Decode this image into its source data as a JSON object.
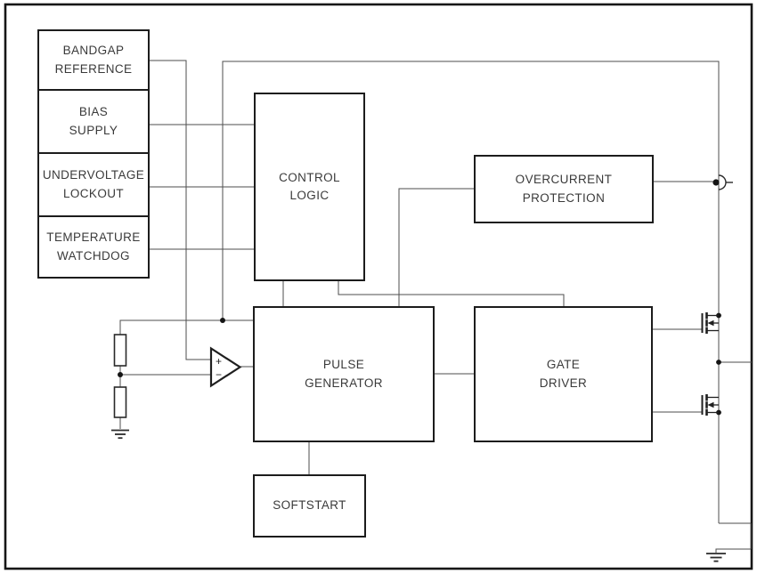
{
  "page": {
    "background": "#ffffff",
    "frame_color": "#161616"
  },
  "colors": {
    "wire": "#4d4d4d",
    "box_border": "#1c1c1c",
    "symbol": "#1f1f1f",
    "text": "#3a3a3a"
  },
  "blocks": {
    "bandgap_reference": {
      "label": "BANDGAP\nREFERENCE"
    },
    "bias_supply": {
      "label": "BIAS\nSUPPLY"
    },
    "undervoltage_lockout": {
      "label": "UNDERVOLTAGE\nLOCKOUT"
    },
    "temperature_watchdog": {
      "label": "TEMPERATURE\nWATCHDOG"
    },
    "control_logic": {
      "label": "CONTROL\nLOGIC"
    },
    "overcurrent_protection": {
      "label": "OVERCURRENT\nPROTECTION"
    },
    "pulse_generator": {
      "label": "PULSE\nGENERATOR"
    },
    "gate_driver": {
      "label": "GATE\nDRIVER"
    },
    "softstart": {
      "label": "SOFTSTART"
    }
  },
  "opamp": {
    "plus_label": "+",
    "minus_label": "−"
  }
}
